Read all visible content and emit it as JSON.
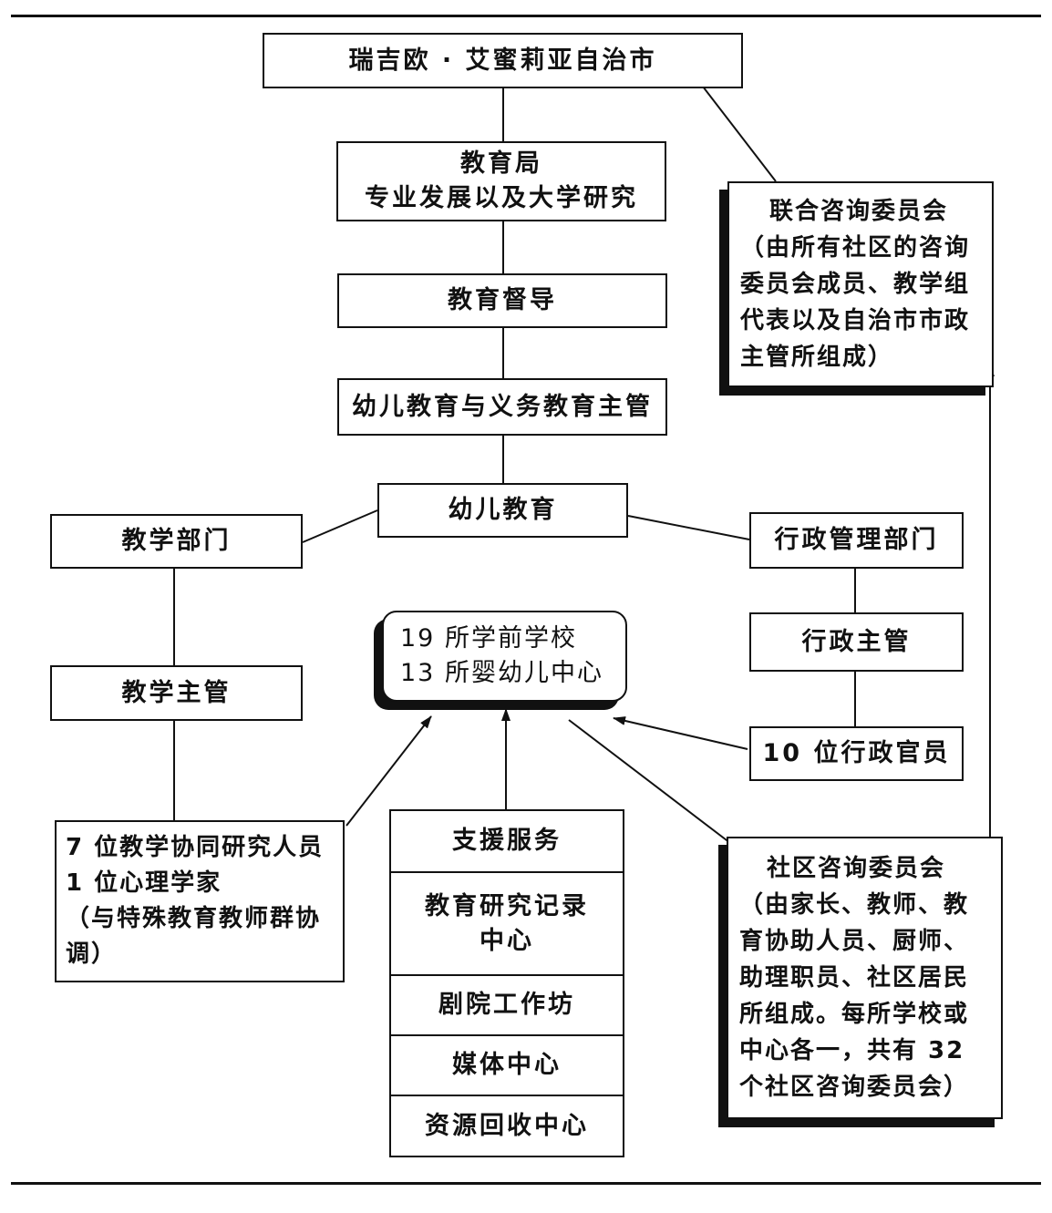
{
  "municipality": "瑞吉欧 · 艾蜜莉亚自治市",
  "education_bureau": {
    "line1": "教育局",
    "line2": "专业发展以及大学研究"
  },
  "supervision": "教育督导",
  "director": "幼儿教育与义务教育主管",
  "early_childhood": "幼儿教育",
  "teaching_dept": "教学部门",
  "admin_dept": "行政管理部门",
  "teaching_supervisor": "教学主管",
  "admin_supervisor": "行政主管",
  "admin_officers": "10 位行政官员",
  "schools": {
    "line1": "19 所学前学校",
    "line2": "13 所婴幼儿中心"
  },
  "researchers": {
    "line1": "7 位教学协同研究人员",
    "line2": "1 位心理学家",
    "line3": "（与特殊教育教师群协",
    "line4": "调）"
  },
  "support": {
    "header": "支援服务",
    "items": [
      "教育研究记录\n中心",
      "剧院工作坊",
      "媒体中心",
      "资源回收中心"
    ]
  },
  "joint_council": {
    "title": "联合咨询委员会",
    "line1": "（由所有社区的咨询",
    "line2": "委员会成员、教学组",
    "line3": "代表以及自治市市政",
    "line4": "主管所组成）"
  },
  "community_council": {
    "title": "社区咨询委员会",
    "line1": "（由家长、教师、教",
    "line2": "育协助人员、厨师、",
    "line3": "助理职员、社区居民",
    "line4": "所组成。每所学校或",
    "line5": "中心各一，共有 32",
    "line6": "个社区咨询委员会）"
  }
}
